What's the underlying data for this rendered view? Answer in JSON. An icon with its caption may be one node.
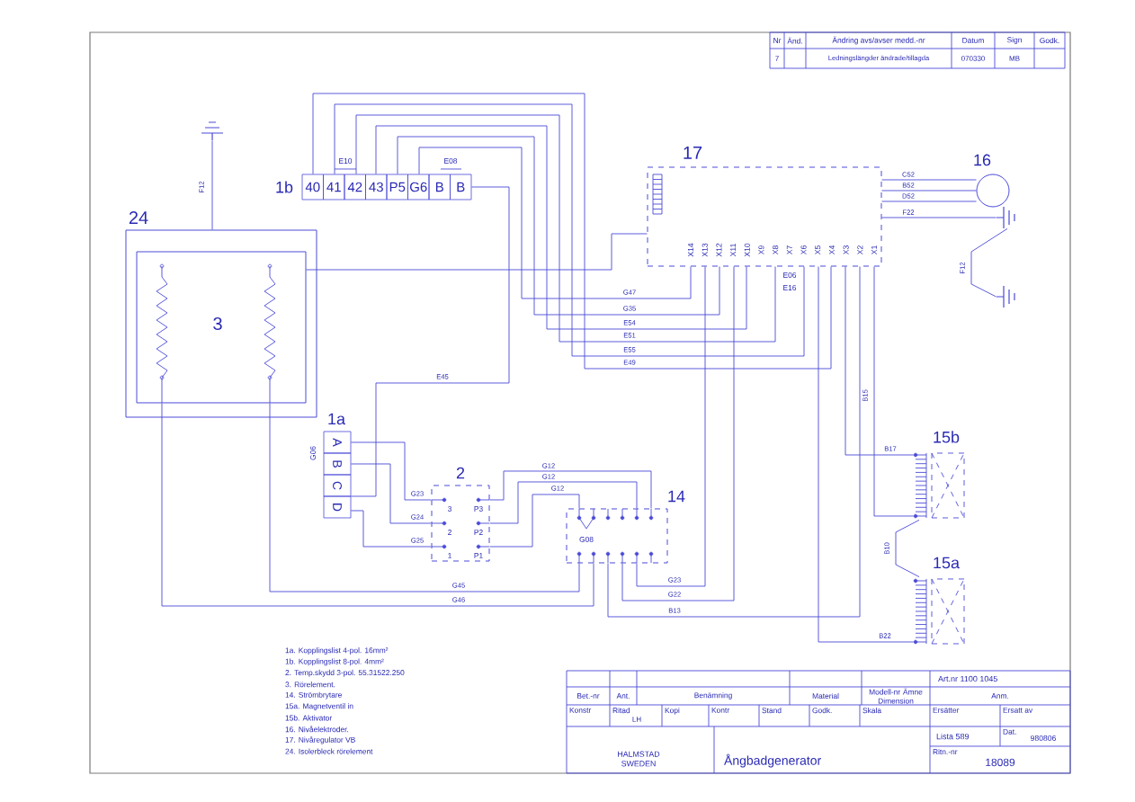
{
  "diagram": {
    "nodes": [
      {
        "text": [],
        "shape": "ground"
      },
      {
        "text": [
          "24"
        ]
      },
      {
        "text": [
          "3"
        ],
        "in": 1
      },
      {
        "text": [
          "1b",
          "40",
          "41",
          "42",
          "43",
          "P5",
          "G6",
          "B",
          "B"
        ]
      },
      {
        "text": [
          "17",
          "X14",
          "X13",
          "X12",
          "X11",
          "X10",
          "X9",
          "X8",
          "X7",
          "X6",
          "X5",
          "X4",
          "X3",
          "X2",
          "X1"
        ]
      },
      {
        "text": [
          "16"
        ]
      },
      {
        "text": [],
        "shape": "ground"
      },
      {
        "text": [],
        "shape": "ground"
      },
      {
        "text": [
          "1a",
          "A",
          "B",
          "C",
          "D"
        ]
      },
      {
        "text": [
          "2",
          "3",
          "2",
          "1",
          "P3",
          "P2",
          "P1"
        ]
      },
      {
        "text": [
          "14"
        ]
      },
      {
        "text": [
          "15b"
        ]
      },
      {
        "text": [
          "15a"
        ]
      }
    ],
    "edges": [
      {
        "from": 0,
        "to": 1,
        "arrow": "none",
        "label": "F12"
      },
      {
        "from": 3,
        "to": 4,
        "arrow": "none",
        "label": "G47"
      },
      {
        "from": 3,
        "to": 4,
        "arrow": "none",
        "label": "G35"
      },
      {
        "from": 3,
        "to": 4,
        "arrow": "none",
        "label": "E54"
      },
      {
        "from": 3,
        "to": 4,
        "arrow": "none",
        "label": "E51"
      },
      {
        "from": 3,
        "to": 4,
        "arrow": "none",
        "label": "E55"
      },
      {
        "from": 3,
        "to": 4,
        "arrow": "none",
        "label": "E49"
      },
      {
        "from": 8,
        "to": 3,
        "arrow": "none",
        "label": "E45"
      },
      {
        "from": 2,
        "to": 4,
        "arrow": "none"
      },
      {
        "from": 4,
        "to": 5,
        "arrow": "none",
        "label": "C52"
      },
      {
        "from": 4,
        "to": 5,
        "arrow": "none",
        "label": "B52"
      },
      {
        "from": 4,
        "to": 5,
        "arrow": "none",
        "label": "D52"
      },
      {
        "from": 4,
        "to": 6,
        "arrow": "none",
        "label": "F22"
      },
      {
        "from": 6,
        "to": 7,
        "arrow": "none",
        "label": "F12"
      },
      {
        "from": 4,
        "to": 11,
        "arrow": "none",
        "label": "B17"
      },
      {
        "from": 4,
        "to": 11,
        "arrow": "none",
        "label": "B15"
      },
      {
        "from": 11,
        "to": 12,
        "arrow": "none",
        "label": "B10"
      },
      {
        "from": 4,
        "to": 12,
        "arrow": "none",
        "label": "B22"
      },
      {
        "from": 10,
        "to": 4,
        "arrow": "none",
        "label": "B13"
      },
      {
        "from": 10,
        "to": 4,
        "arrow": "none",
        "label": "G23"
      },
      {
        "from": 10,
        "to": 4,
        "arrow": "none",
        "label": "G22"
      },
      {
        "from": 8,
        "to": 9,
        "arrow": "none",
        "label": "G23"
      },
      {
        "from": 8,
        "to": 9,
        "arrow": "none",
        "label": "G24"
      },
      {
        "from": 8,
        "to": 9,
        "arrow": "none",
        "label": "G25"
      },
      {
        "from": 9,
        "to": 10,
        "arrow": "none",
        "label": "G12"
      },
      {
        "from": 9,
        "to": 10,
        "arrow": "none",
        "label": "G12"
      },
      {
        "from": 9,
        "to": 10,
        "arrow": "none",
        "label": "G12"
      },
      {
        "from": 2,
        "to": 10,
        "arrow": "none",
        "label": "G45"
      },
      {
        "from": 2,
        "to": 10,
        "arrow": "none",
        "label": "G46"
      }
    ],
    "labels": [
      "E10",
      "E08",
      "E06",
      "E16",
      "G06",
      "G08",
      "1a. Kopplingslist 4-pol. 16mm²",
      "1b. Kopplingslist 8-pol. 4mm²",
      "2. Temp.skydd 3-pol. 55.31522.250",
      "3. Rörelement.",
      "14. Strömbrytare",
      "15a. Magnetventil in",
      "15b. Aktivator",
      "16. Nivåelektroder.",
      "17. Nivåregulator VB",
      "24. Isolerbleck rörelement",
      "Nr",
      "Änd.",
      "Ändring avs/avser medd.-nr",
      "Datum",
      "Sign",
      "Godk.",
      "7",
      "Ledningslängder ändrade/tillagda",
      "070330",
      "MB",
      "Art.nr 1100 1045",
      "Bet.-nr",
      "Ant.",
      "Benämning",
      "Material",
      "Modell-nr Ämne Dimension",
      "Anm.",
      "Konstr",
      "Ritad",
      "Kopi",
      "Kontr",
      "Stand",
      "Godk.",
      "Skala",
      "Ersätter",
      "Ersatt av",
      "LH",
      "HALMSTAD SWEDEN",
      "Ångbadgenerator",
      "Lista 589",
      "Dat.",
      "980806",
      "Ritn.-nr",
      "18089"
    ]
  }
}
